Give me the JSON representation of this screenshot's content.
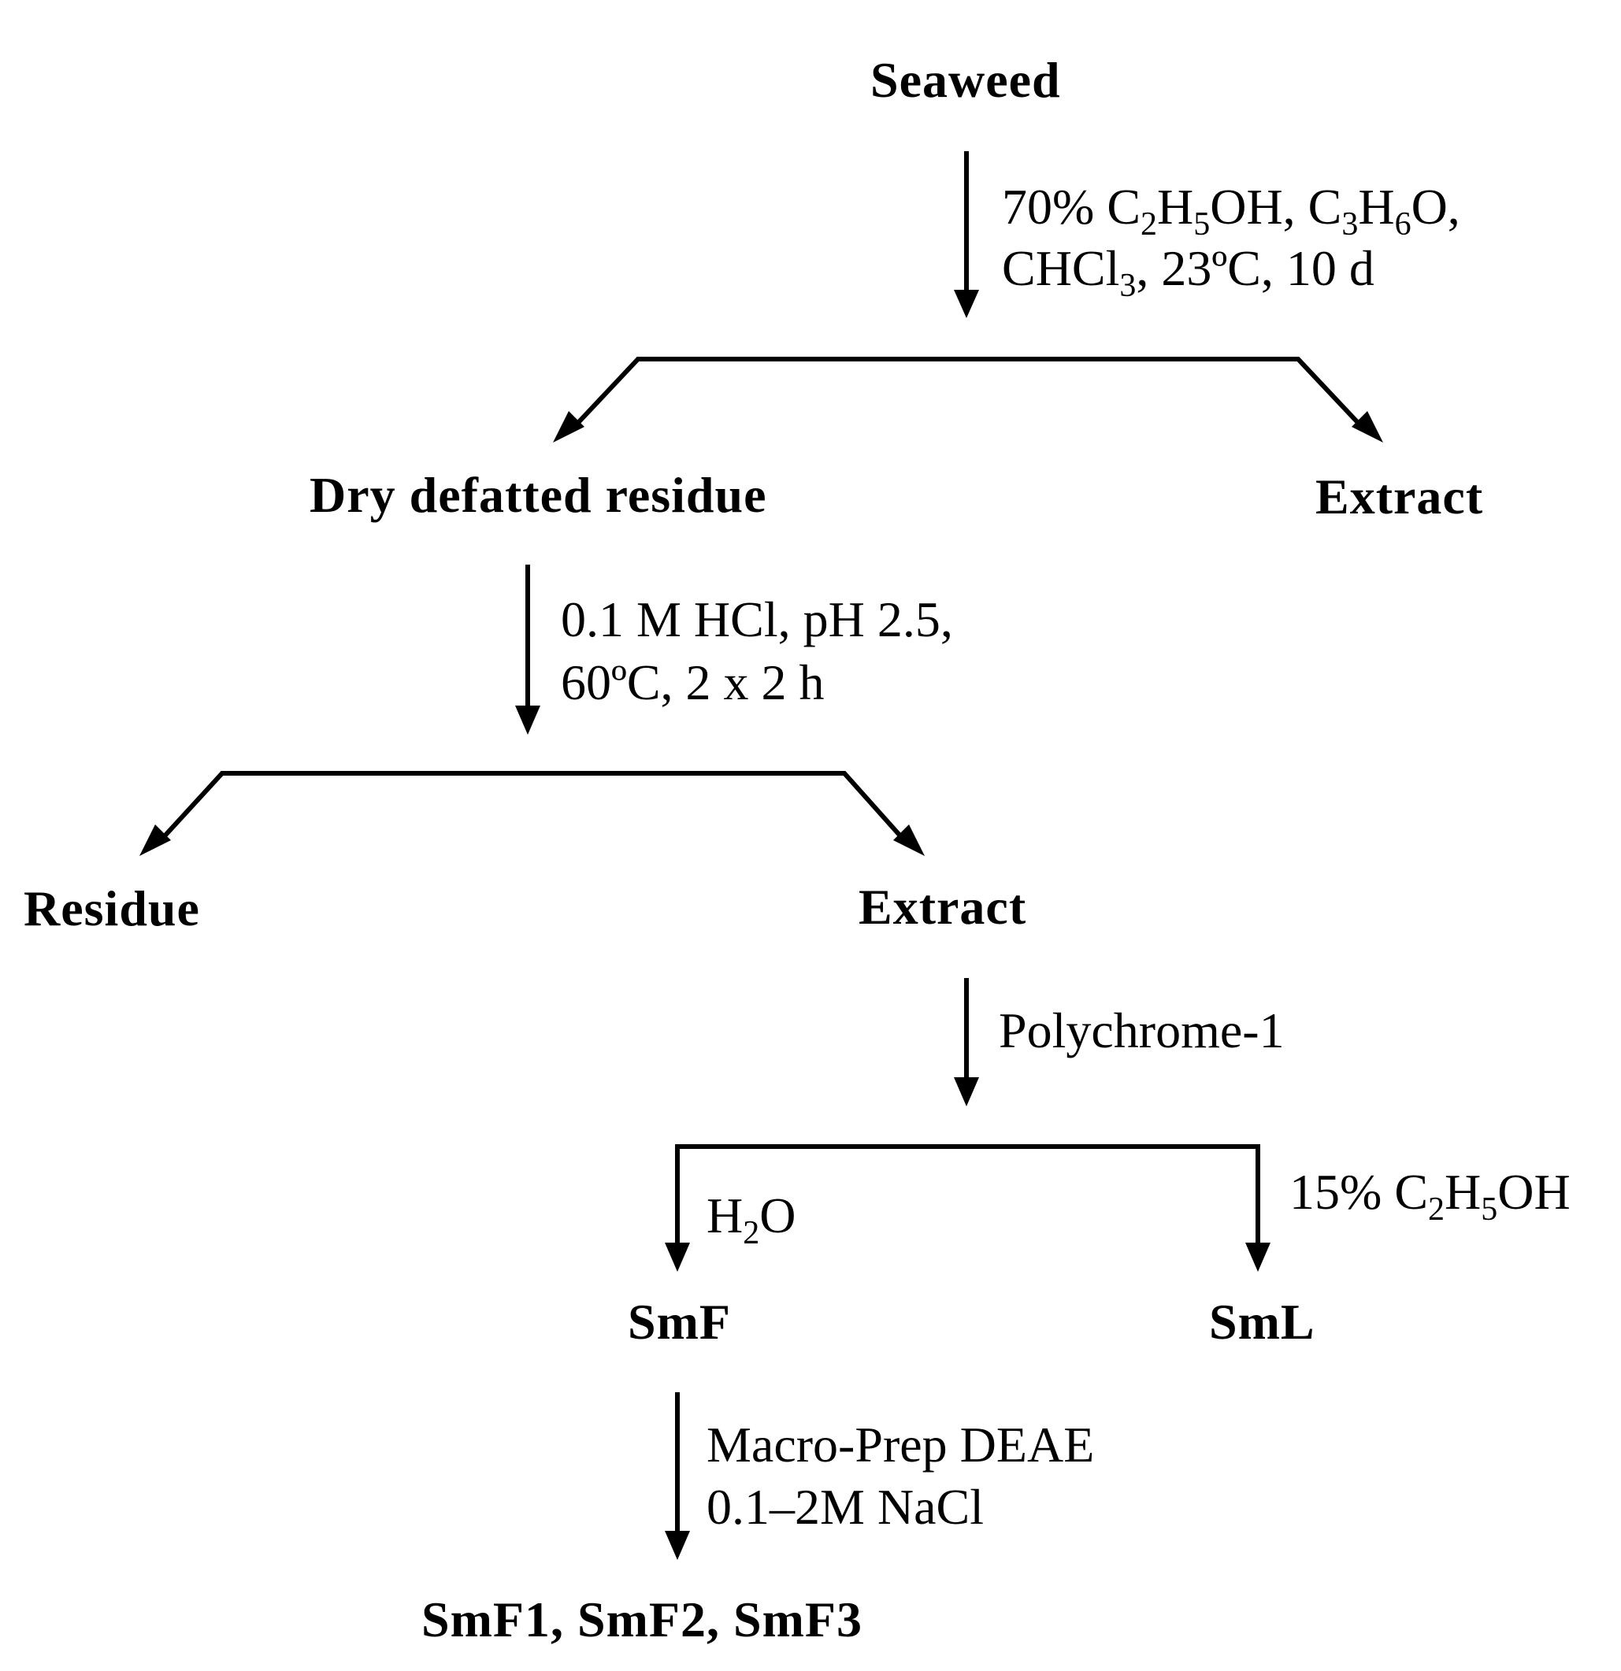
{
  "nodes": {
    "seaweed": "Seaweed",
    "dry_defatted_residue": "Dry defatted residue",
    "extract_1": "Extract",
    "residue": "Residue",
    "extract_2": "Extract",
    "smf": "SmF",
    "sml": "SmL",
    "final_fractions": "SmF1, SmF2, SmF3"
  },
  "conditions": {
    "step1": {
      "line1": {
        "a": "70% C",
        "s1": "2",
        "b": "H",
        "s2": "5",
        "c": "OH, C",
        "s3": "3",
        "d": "H",
        "s4": "6",
        "e": "O,"
      },
      "line2": {
        "a": "CHCl",
        "s1": "3",
        "b": ", 23ºC, 10 d"
      }
    },
    "step2": {
      "line1": "0.1 M HCl, pH 2.5,",
      "line2": "60ºC, 2 x 2 h"
    },
    "step3": {
      "line1": "Polychrome-1"
    },
    "step4_left": {
      "a": "H",
      "s1": "2",
      "b": "O"
    },
    "step4_right": {
      "a": "15% C",
      "s1": "2",
      "b": "H",
      "s2": "5",
      "c": "OH"
    },
    "step5": {
      "line1": "Macro-Prep DEAE",
      "line2": "0.1–2M NaCl"
    }
  }
}
